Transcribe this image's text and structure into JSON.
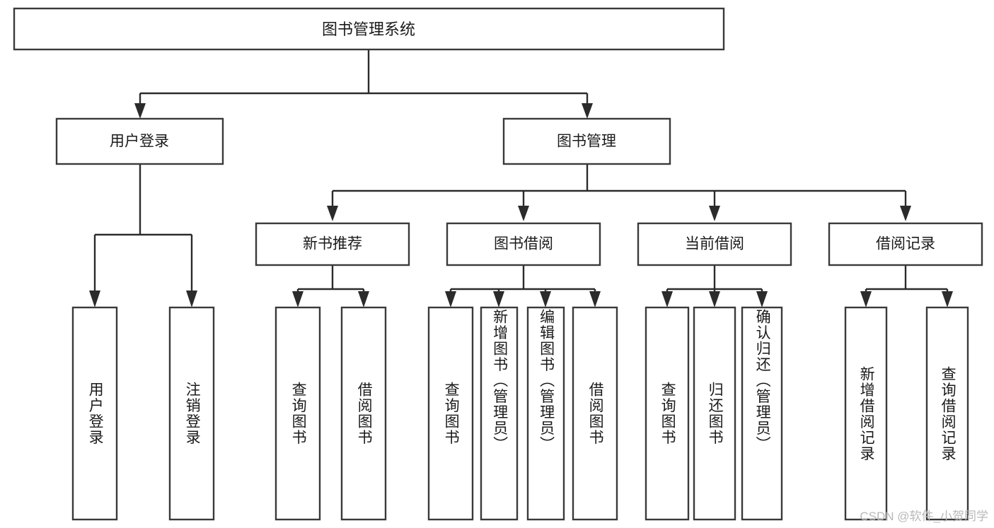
{
  "diagram": {
    "title": "图书管理系统",
    "type": "tree",
    "root": {
      "label": "图书管理系统"
    },
    "level2": [
      {
        "label": "用户登录"
      },
      {
        "label": "图书管理"
      }
    ],
    "level3": [
      {
        "label": "新书推荐"
      },
      {
        "label": "图书借阅"
      },
      {
        "label": "当前借阅"
      },
      {
        "label": "借阅记录"
      }
    ],
    "leaves": {
      "user_login": [
        {
          "label": "用户登录"
        },
        {
          "label": "注销登录"
        }
      ],
      "new_book_recommend": [
        {
          "label": "查询图书"
        },
        {
          "label": "借阅图书"
        }
      ],
      "book_borrow": [
        {
          "label": "查询图书"
        },
        {
          "label": "新增图书（管理员）"
        },
        {
          "label": "编辑图书（管理员）"
        },
        {
          "label": "借阅图书"
        }
      ],
      "current_borrow": [
        {
          "label": "查询图书"
        },
        {
          "label": "归还图书"
        },
        {
          "label": "确认归还（管理员）"
        }
      ],
      "borrow_record": [
        {
          "label": "新增借阅记录"
        },
        {
          "label": "查询借阅记录"
        }
      ]
    }
  },
  "watermark": {
    "text": "CSDN @软件_小贺同学"
  },
  "colors": {
    "box_stroke": "#3a3a3a",
    "connector": "#2b2b2b",
    "text": "#1a1a1a",
    "background": "#ffffff",
    "watermark": "#b9b9b9"
  }
}
